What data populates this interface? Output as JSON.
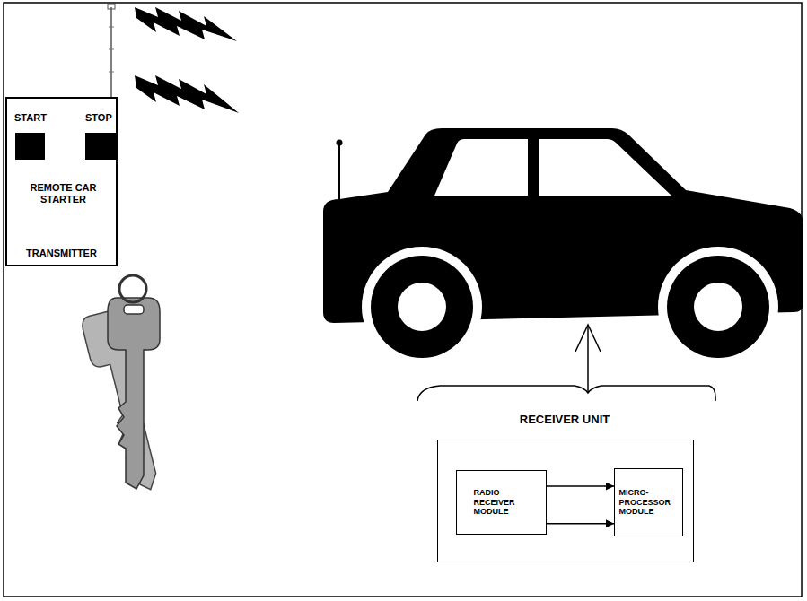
{
  "diagram": {
    "nodes": [
      {
        "text": [
          "START",
          "STOP",
          "REMOTE CAR STARTER",
          "TRANSMITTER"
        ]
      },
      {
        "text": [
          "RECEIVER UNIT"
        ]
      },
      {
        "text": [
          "RADIO RECEIVER MODULE"
        ],
        "in": 1
      },
      {
        "text": [
          "MICRO- PROCESSOR MODULE"
        ],
        "in": 1
      }
    ],
    "edges": [
      {
        "from": 2,
        "to": 3,
        "arrow": "to"
      },
      {
        "from": 2,
        "to": 3,
        "arrow": "to"
      }
    ]
  }
}
